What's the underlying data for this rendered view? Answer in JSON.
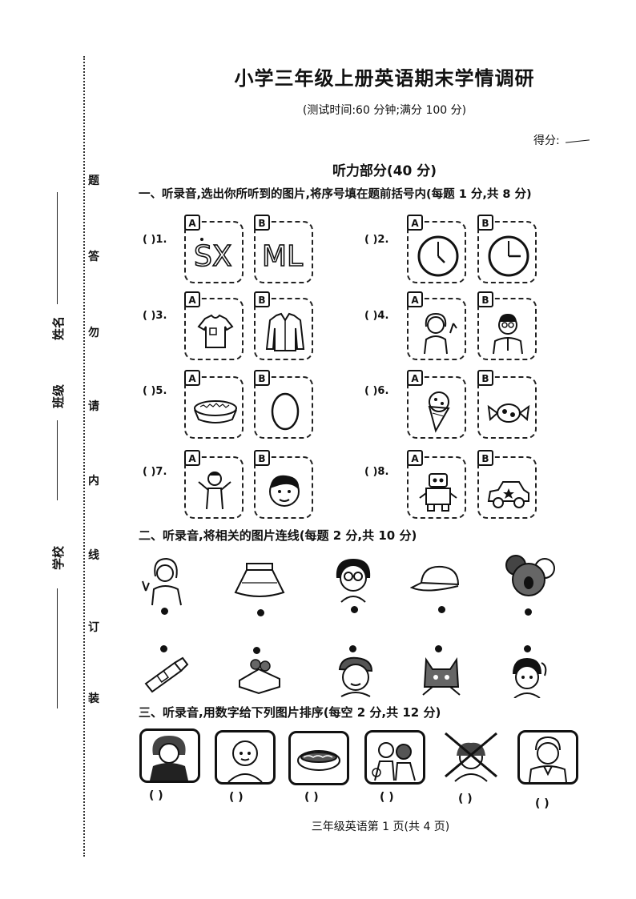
{
  "header": {
    "title": "小学三年级上册英语期末学情调研",
    "subtitle": "(测试时间:60 分钟;满分 100 分)",
    "score_label": "得分:"
  },
  "side": {
    "labels": [
      "姓名",
      "班级",
      "学校"
    ],
    "binding_chars": [
      "题",
      "答",
      "勿",
      "请",
      "内",
      "线",
      "订",
      "装"
    ]
  },
  "part_title": "听力部分(40 分)",
  "section1": {
    "heading": "一、听录音,选出你所听到的图片,将序号填在题前括号内(每题 1 分,共 8 分)",
    "option_a": "A",
    "option_b": "B",
    "questions": [
      {
        "num": "(    )1.",
        "a_icon": "letters-sx",
        "b_icon": "letters-ml"
      },
      {
        "num": "(    )2.",
        "a_icon": "clock-icon",
        "b_icon": "clock-icon"
      },
      {
        "num": "(    )3.",
        "a_icon": "tshirt-icon",
        "b_icon": "shirt-icon"
      },
      {
        "num": "(    )4.",
        "a_icon": "woman-icon",
        "b_icon": "man-icon"
      },
      {
        "num": "(    )5.",
        "a_icon": "pie-icon",
        "b_icon": "egg-icon"
      },
      {
        "num": "(    )6.",
        "a_icon": "ice-cream-icon",
        "b_icon": "candy-icon"
      },
      {
        "num": "(    )7.",
        "a_icon": "boy-icon",
        "b_icon": "boy-face-icon"
      },
      {
        "num": "(    )8.",
        "a_icon": "robot-icon",
        "b_icon": "car-icon"
      }
    ]
  },
  "section2": {
    "heading": "二、听录音,将相关的图片连线(每题 2 分,共 10 分)",
    "top_icons": [
      "woman-icon",
      "skirt-icon",
      "girl-glasses-icon",
      "cap-icon",
      "koala-icon"
    ],
    "bottom_icons": [
      "glue-icon",
      "cake-icon",
      "boy-cap-icon",
      "cat-icon",
      "girl-icon"
    ]
  },
  "section3": {
    "heading": "三、听录音,用数字给下列图片排序(每空 2 分,共 12 分)",
    "blank": "(    )",
    "icons": [
      "teacher-icon",
      "woman-bald-icon",
      "hotdog-icon",
      "children-icon",
      "crossed-out-girl-icon",
      "man-icon"
    ]
  },
  "footer": "三年级英语第 1 页(共 4 页)"
}
